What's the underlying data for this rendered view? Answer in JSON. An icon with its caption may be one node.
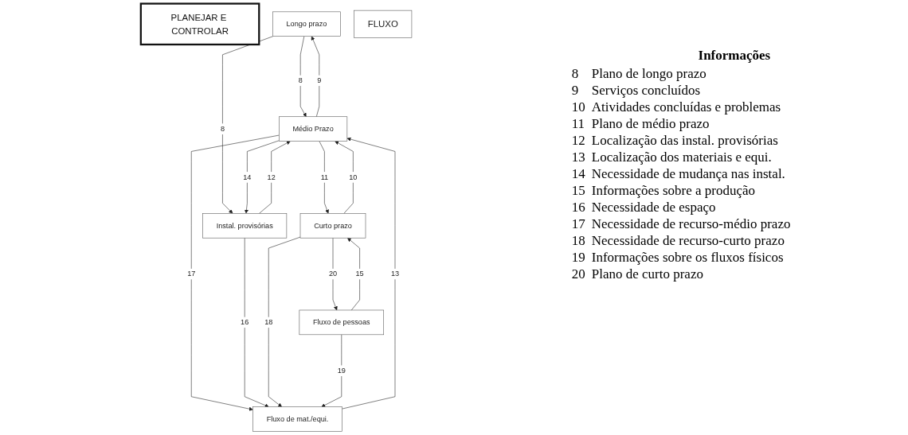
{
  "diagram": {
    "nodes": [
      {
        "text": [
          "PLANEJAR E CONTROLAR"
        ]
      },
      {
        "text": [
          "Longo prazo"
        ]
      },
      {
        "text": [
          "Médio Prazo"
        ]
      },
      {
        "text": [
          "Curto prazo"
        ]
      },
      {
        "text": [
          "FLUXO"
        ]
      },
      {
        "text": [
          "Instal. provisórias"
        ]
      },
      {
        "text": [
          "Fluxo de mat./equi."
        ]
      },
      {
        "text": [
          "Fluxo de pessoas"
        ]
      }
    ],
    "edges": [
      {
        "from": 1,
        "to": 2,
        "arrow": "to",
        "label": "8"
      },
      {
        "from": 2,
        "to": 1,
        "arrow": "to",
        "label": "9"
      },
      {
        "from": 1,
        "to": 5,
        "arrow": "to",
        "label": "8"
      },
      {
        "from": 5,
        "to": 2,
        "arrow": "to",
        "label": "12"
      },
      {
        "from": 2,
        "to": 5,
        "arrow": "to",
        "label": "14"
      },
      {
        "from": 6,
        "to": 2,
        "arrow": "to",
        "label": "13"
      },
      {
        "from": 2,
        "to": 6,
        "arrow": "to",
        "label": "17"
      },
      {
        "from": 3,
        "to": 2,
        "arrow": "to",
        "label": "10"
      },
      {
        "from": 2,
        "to": 3,
        "arrow": "to",
        "label": "11"
      },
      {
        "from": 7,
        "to": 3,
        "arrow": "to",
        "label": "15"
      },
      {
        "from": 3,
        "to": 7,
        "arrow": "to",
        "label": "20"
      },
      {
        "from": 5,
        "to": 6,
        "arrow": "to",
        "label": "16"
      },
      {
        "from": 3,
        "to": 6,
        "arrow": "to",
        "label": "18"
      },
      {
        "from": 7,
        "to": 6,
        "arrow": "to",
        "label": "19"
      }
    ],
    "labels": [
      "Informações",
      "8",
      "Plano de longo prazo",
      "9",
      "Serviços concluídos",
      "10",
      "Atividades concluídas e problemas",
      "11",
      "Plano de médio prazo",
      "12",
      "Localização das instal. provisórias",
      "13",
      "Localização dos materiais e equi.",
      "14",
      "Necessidade de mudança nas instal.",
      "15",
      "Informações sobre a produção",
      "16",
      "Necessidade de espaço",
      "17",
      "Necessidade de recurso-médio prazo",
      "18",
      "Necessidade de recurso-curto prazo",
      "19",
      "Informações sobre os fluxos físicos",
      "20",
      "Plano de curto prazo"
    ]
  }
}
